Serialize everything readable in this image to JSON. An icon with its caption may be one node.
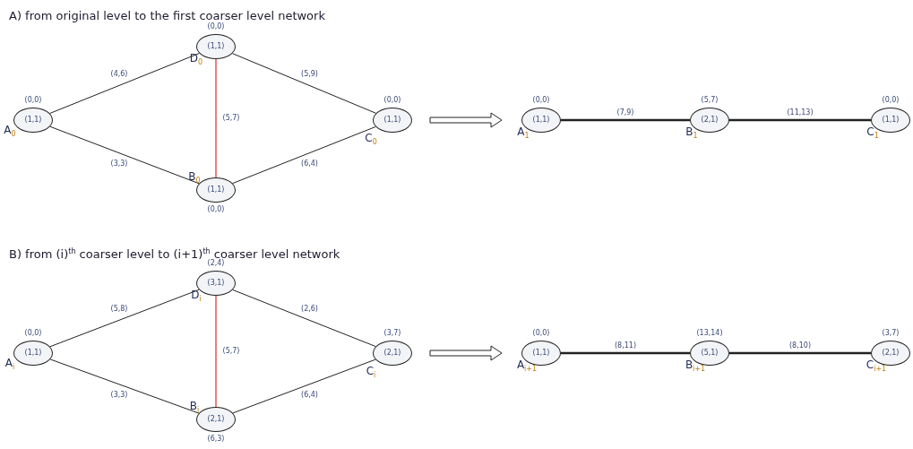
{
  "diagram": {
    "nodes": [
      {
        "text": [
          "(1,1)"
        ],
        "beside": [
          "(0,0)",
          "D$_{0}$"
        ]
      },
      {
        "text": [
          "(1,1)"
        ],
        "beside": [
          "(0,0)",
          "A$_{0}$"
        ]
      },
      {
        "text": [
          "(1,1)"
        ],
        "beside": [
          "(0,0)",
          "C$_{0}$"
        ]
      },
      {
        "text": [
          "(1,1)"
        ],
        "beside": [
          "(0,0)",
          "B$_{0}$"
        ]
      },
      {
        "text": [
          "(1,1)"
        ],
        "beside": [
          "(0,0)",
          "A$_{1}$"
        ]
      },
      {
        "text": [
          "(2,1)"
        ],
        "beside": [
          "(5,7)",
          "B$_{1}$"
        ]
      },
      {
        "text": [
          "(1,1)"
        ],
        "beside": [
          "(0,0)",
          "C$_{1}$"
        ]
      },
      {
        "text": [
          "(3,1)"
        ],
        "beside": [
          "(2,4)",
          "D$_{i}$"
        ]
      },
      {
        "text": [
          "(1,1)"
        ],
        "beside": [
          "(0,0)",
          "A$_{i}$"
        ]
      },
      {
        "text": [
          "(2,1)"
        ],
        "beside": [
          "(3,7)",
          "C$_{i}$"
        ]
      },
      {
        "text": [
          "(2,1)"
        ],
        "beside": [
          "(6,3)",
          "B$_{i}$"
        ]
      },
      {
        "text": [
          "(1,1)"
        ],
        "beside": [
          "(0,0)",
          "A$_{i+1}$"
        ]
      },
      {
        "text": [
          "(5,1)"
        ],
        "beside": [
          "(13,14)",
          "B$_{i+1}$"
        ]
      },
      {
        "text": [
          "(2,1)"
        ],
        "beside": [
          "(3,7)",
          "C$_{i+1}$"
        ]
      }
    ],
    "edges": [
      {
        "from": 1,
        "to": 0,
        "arrow": "none",
        "label": "(4,6)"
      },
      {
        "from": 0,
        "to": 2,
        "arrow": "none",
        "label": "(5,9)"
      },
      {
        "from": 0,
        "to": 3,
        "arrow": "none",
        "label": "(5,7)",
        "color": "#cc0000"
      },
      {
        "from": 1,
        "to": 3,
        "arrow": "none",
        "label": "(3,3)"
      },
      {
        "from": 3,
        "to": 2,
        "arrow": "none",
        "label": "(6,4)"
      },
      {
        "from": 4,
        "to": 5,
        "arrow": "none",
        "label": "(7,9)",
        "style": "thick"
      },
      {
        "from": 5,
        "to": 6,
        "arrow": "none",
        "label": "(11,13)",
        "style": "thick"
      },
      {
        "from": 2,
        "to": 4,
        "arrow": "to"
      },
      {
        "from": 8,
        "to": 7,
        "arrow": "none",
        "label": "(5,8)"
      },
      {
        "from": 7,
        "to": 9,
        "arrow": "none",
        "label": "(2,6)"
      },
      {
        "from": 7,
        "to": 10,
        "arrow": "none",
        "label": "(5,7)",
        "color": "#cc0000"
      },
      {
        "from": 8,
        "to": 10,
        "arrow": "none",
        "label": "(3,3)"
      },
      {
        "from": 10,
        "to": 9,
        "arrow": "none",
        "label": "(6,4)"
      },
      {
        "from": 11,
        "to": 12,
        "arrow": "none",
        "label": "(8,11)",
        "style": "thick"
      },
      {
        "from": 12,
        "to": 13,
        "arrow": "none",
        "label": "(8,10)",
        "style": "thick"
      },
      {
        "from": 9,
        "to": 11,
        "arrow": "to"
      }
    ],
    "labels": [
      "A) from original level to the first coarser level network",
      "B) from (i)$^{th}$ coarser level to (i+1)$^{th}$ coarser level network"
    ]
  }
}
